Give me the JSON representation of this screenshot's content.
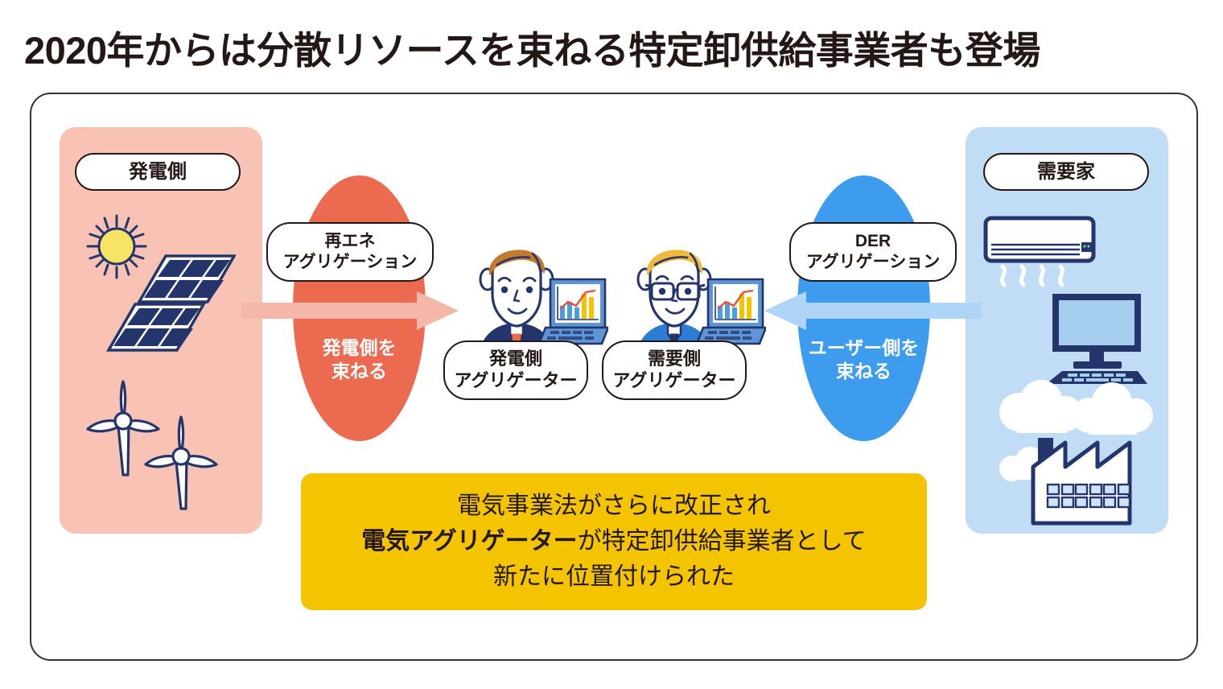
{
  "title": "2020年からは分散リソースを束ねる特定卸供給事業者も登場",
  "left_panel": {
    "label": "発電側",
    "icons": [
      "sun-icon",
      "solar-panel-icon",
      "wind-turbine-icon"
    ]
  },
  "right_panel": {
    "label": "需要家",
    "icons": [
      "air-conditioner-icon",
      "desktop-monitor-icon",
      "factory-icon",
      "cloud-icon"
    ]
  },
  "left_flow": {
    "badge_line1": "再エネ",
    "badge_line2": "アグリゲーション",
    "caption_line1": "発電側を",
    "caption_line2": "束ねる",
    "ellipse_color": "#ec6a4f",
    "arrow_color": "#f5b7aa",
    "arrow_direction": "right"
  },
  "right_flow": {
    "badge_line1": "DER",
    "badge_line2": "アグリゲーション",
    "caption_line1": "ユーザー側を",
    "caption_line2": "束ねる",
    "ellipse_color": "#3d9ced",
    "arrow_color": "#aed5f5",
    "arrow_direction": "left"
  },
  "people": [
    {
      "name": "generation-side-aggregator",
      "label_line1": "発電側",
      "label_line2": "アグリゲーター",
      "hair_color": "#c47a2c",
      "suit_color": "#24356b",
      "tie_color": "#ef6b45",
      "glasses": "no"
    },
    {
      "name": "demand-side-aggregator",
      "label_line1": "需要側",
      "label_line2": "アグリゲーター",
      "hair_color": "#f0b93c",
      "suit_color": "#2a7fd4",
      "tie_color": "#24356b",
      "glasses": "yes"
    }
  ],
  "banner": {
    "line1": "電気事業法がさらに改正され",
    "line2_bold": "電気アグリゲーター",
    "line2_rest": "が特定卸供給事業者として",
    "line3": "新たに位置付けられた",
    "background_color": "#f5c400"
  },
  "colors": {
    "panel_generation": "#f8c3b4",
    "panel_demand": "#c0ddf5",
    "navy": "#24356b",
    "frame_border": "#3b302c",
    "title_text": "#231815"
  }
}
